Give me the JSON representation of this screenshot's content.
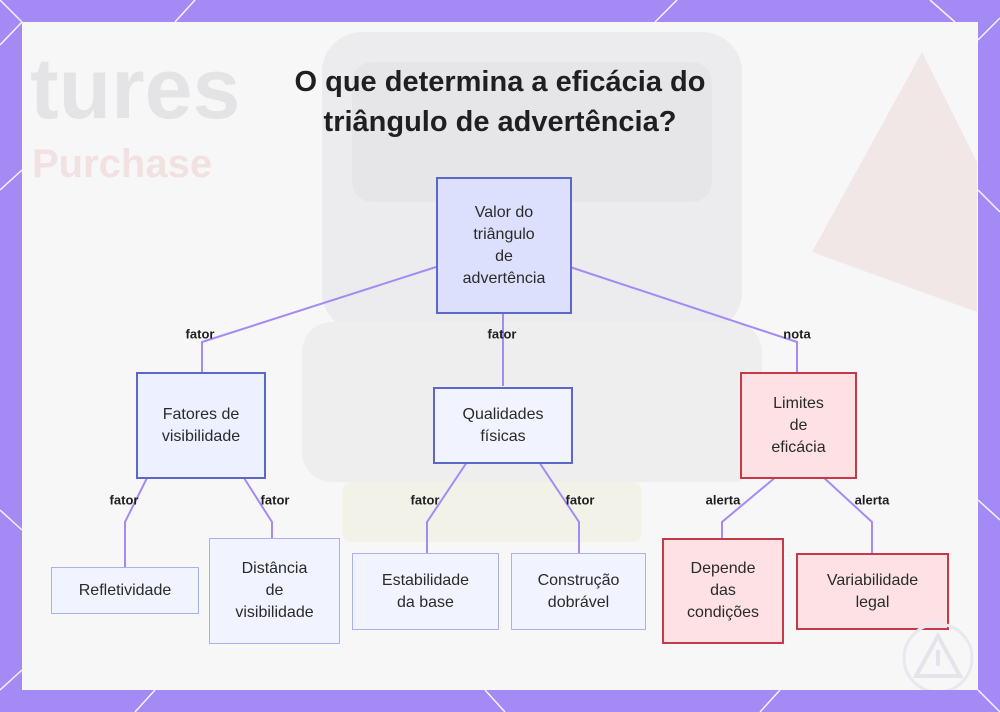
{
  "title_line1": "O que determina a eficácia do",
  "title_line2": "triângulo de advertência?",
  "background": {
    "word1": "tures",
    "word2": "Purchase"
  },
  "nodes": {
    "root": "Valor do\ntriângulo\nde\nadvertência",
    "visibility": "Fatores de\nvisibilidade",
    "physical": "Qualidades\nfísicas",
    "limits": "Limites\nde\neficácia",
    "reflectivity": "Refletividade",
    "distance": "Distância\nde\nvisibilidade",
    "stability": "Estabilidade\nda base",
    "folding": "Construção\ndobrável",
    "conditions": "Depende\ndas\ncondições",
    "legal": "Variabilidade\nlegal"
  },
  "edge_labels": {
    "root_visibility": "fator",
    "root_physical": "fator",
    "root_limits": "nota",
    "vis_reflectivity": "fator",
    "vis_distance": "fator",
    "phys_stability": "fator",
    "phys_folding": "fator",
    "lim_conditions": "alerta",
    "lim_legal": "alerta"
  },
  "colors": {
    "frame": "#a48af5",
    "edge": "#a48af5",
    "root_border": "#5b68c8",
    "warning_border": "#c43a48"
  }
}
